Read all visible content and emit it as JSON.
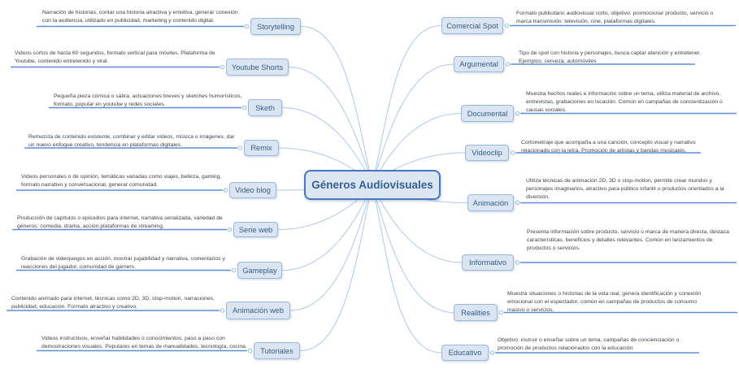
{
  "title": "Géneros Audiovisuales",
  "center": {
    "label": "Géneros Audiovisuales"
  },
  "colors": {
    "node_fill": "#dbe5f1",
    "node_border": "#95b8dc",
    "node_text": "#335d85",
    "center_border": "#4577c1",
    "center_text": "#365f91",
    "underline": "#5b8ed8",
    "curve": "#aec7e5",
    "description_text": "#404040"
  },
  "left": [
    {
      "label": "Storytelling",
      "lines": [
        "Narración de historias, contar una historia atractiva y emotiva, generar conexión",
        "con la audiencia, utilizado en publicidad, marketing y contenido digital."
      ]
    },
    {
      "label": "Youtube Shorts",
      "lines": [
        "Videos cortos de hasta 60 segundos, formato vertical para móviles. Plataforma de",
        "Youtube, contenido entretenido y viral."
      ]
    },
    {
      "label": "Sketh",
      "lines": [
        "Pequeña pieza cómica o sátira, actuaciones breves y sketches humorísticos,",
        "formato, popular en youtube y redes sociales."
      ]
    },
    {
      "label": "Remix",
      "lines": [
        "Remezcla de contenido existente, combinar y editar videos, música o imágenes, dar",
        "un nuevo enfoque creativo, tendencia en plataformas digitales."
      ]
    },
    {
      "label": "Video blog",
      "lines": [
        "Videos personales o de opinión, temáticas variadas como viajes, belleza, gaming,",
        "formato narrativo y conversacional, generar comunidad."
      ]
    },
    {
      "label": "Serie web",
      "lines": [
        "Producción de capítulos o episodios para internet, narrativa serializada, variedad de",
        "géneros: comedia, drama, acción.plataformas de streaming."
      ]
    },
    {
      "label": "Gameplay",
      "lines": [
        "Grabación de videojuegos en acción, mostrar jugabilidad y narrativa, comentarios y",
        "reacciones del jugador, comunidad de gamers."
      ]
    },
    {
      "label": "Animación web",
      "lines": [
        "Contenido animado para internet, técnicas como 2D, 3D, stop-motion, narraciones,",
        "publicidad, educación. Formato atractivo y creativo."
      ]
    },
    {
      "label": "Tutoriales",
      "lines": [
        "Videos instructivos, enseñar habilidades o conocimientos, paso a paso con",
        "demostraciones visuales. Populares en temas de manualidades, tecnología, cocina."
      ]
    }
  ],
  "right": [
    {
      "label": "Comercial Spot",
      "lines": [
        "Formato publicitario audiovisual corto, objetivo: promocionar producto, servicio o",
        "marca transmisión: televisión, cine, plataformas digitales."
      ]
    },
    {
      "label": "Argumental",
      "lines": [
        "Tipo de spot con historia y personajes, busca captar atención y entretener.",
        "Ejemplos: cerveza, automóviles"
      ]
    },
    {
      "label": "Documental",
      "lines": [
        "Muestra hechos reales e información sobre un tema, utiliza material de archivo,",
        "entrevistas, grabaciones en locación. Común en campañas de concientización o",
        "causas sociales."
      ]
    },
    {
      "label": "Videoclip",
      "lines": [
        "Cortometraje que acompaña a una canción, concepto visual y narrativo",
        "relacionado con la letra. Promoción de artistas y bandas musicales."
      ]
    },
    {
      "label": "Animación",
      "lines": [
        "Utiliza técnicas de animación 2D, 3D o stop-motion, permite crear mundos y",
        "personajes imaginarios, atractivo para público infantil o productos orientados a la",
        "diversión."
      ]
    },
    {
      "label": "Informativo",
      "lines": [
        "Presenta información sobre producto, servicio o marca de manera directa, destaca",
        "características, beneficios y detalles relevantes. Común en lanzamientos de",
        "productos o servicios."
      ]
    },
    {
      "label": "Realities",
      "lines": [
        "Muestra situaciones o historias de la vida real, genera identificación y conexión",
        "emocional con el espectador, común en campañas de productos de consumo",
        "masivo o servicios."
      ]
    },
    {
      "label": "Educativo",
      "lines": [
        "Objetivo: instruir o enseñar sobre un tema, campañas de concienciación o",
        "promoción de productos relacionados con la educación."
      ]
    }
  ]
}
